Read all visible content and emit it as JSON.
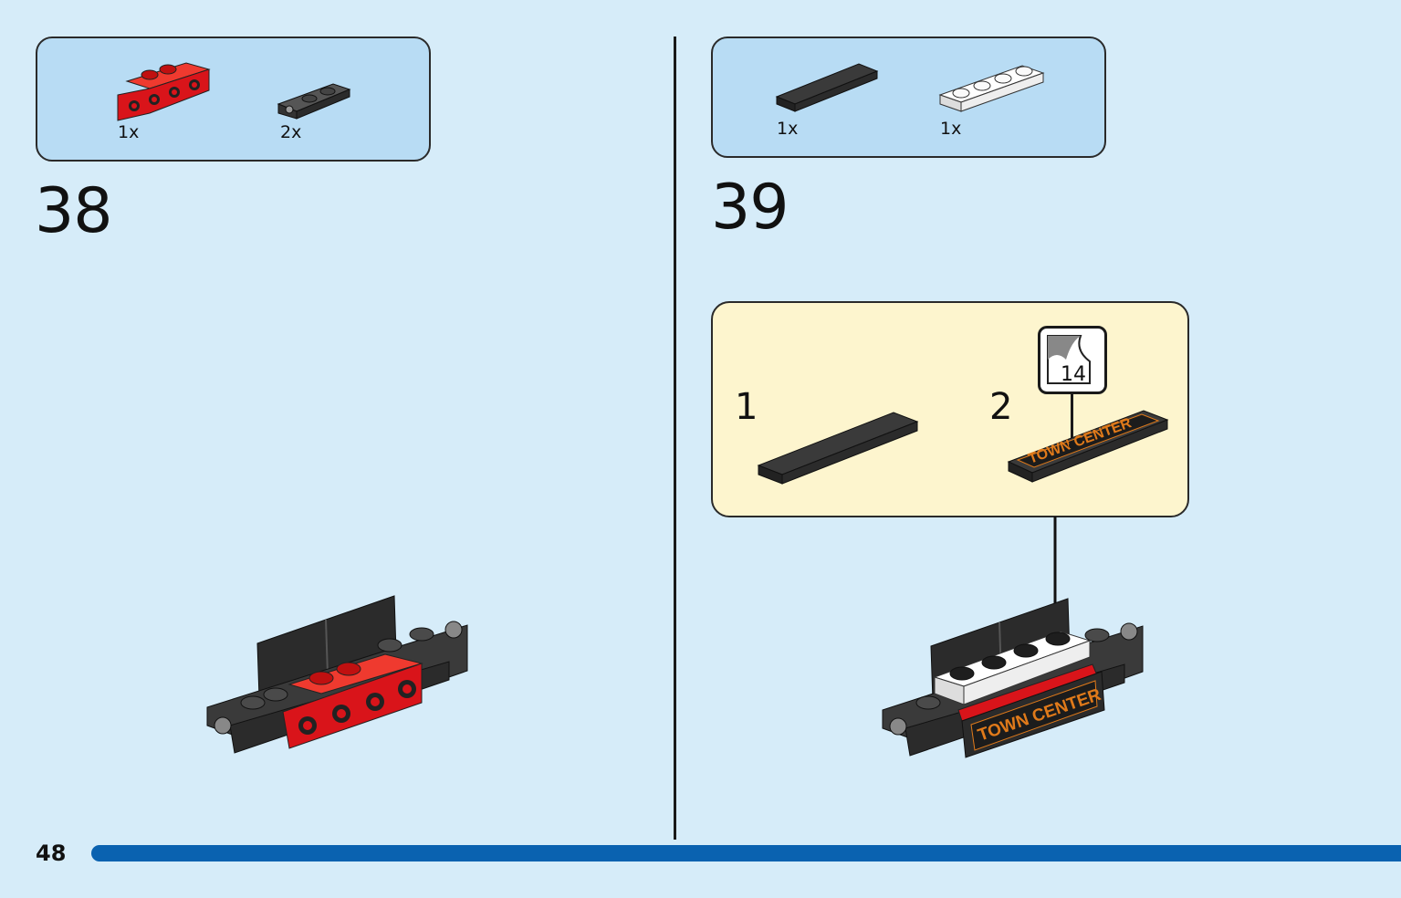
{
  "page_number": "48",
  "colors": {
    "background": "#d6ecf9",
    "parts_box": "#b8dcf4",
    "callout": "#fdf5ce",
    "progress_bar": "#0a62b0",
    "brick_red": "#d9141a",
    "brick_black": "#2b2b2b",
    "brick_white": "#f4f4f4",
    "sticker_text": "#e07a1a"
  },
  "step38": {
    "number": "38",
    "parts": [
      {
        "name": "red-bracket-plate",
        "qty": "1x"
      },
      {
        "name": "black-hinge-plate",
        "qty": "2x"
      }
    ]
  },
  "step39": {
    "number": "39",
    "parts": [
      {
        "name": "black-tile",
        "qty": "1x"
      },
      {
        "name": "white-plate",
        "qty": "1x"
      }
    ],
    "callout": {
      "sub1": "1",
      "sub2": "2",
      "sticker_number": "14",
      "sticker_text": "TOWN CENTER"
    },
    "assembly_sticker_text": "TOWN CENTER"
  }
}
